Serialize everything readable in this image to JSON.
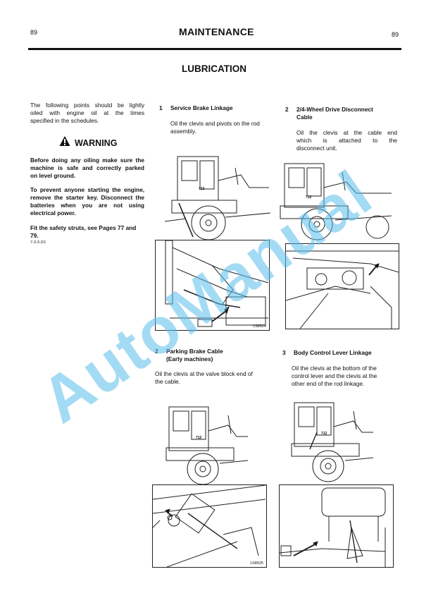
{
  "header": {
    "page_left": "89",
    "title": "MAINTENANCE",
    "page_right": "89"
  },
  "section_title": "LUBRICATION",
  "intro": {
    "line1": "The following points should be lightly",
    "line2": "oiled with engine oil at the times",
    "line3": "specified in the schedules."
  },
  "warning": {
    "title": "WARNING",
    "p1": [
      "Before doing any oiling make sure the",
      "machine is safe and correctly parked",
      "on level ground."
    ],
    "p2": [
      "To prevent anyone starting the engine,",
      "remove the starter key. Disconnect the",
      "batteries when you are not using",
      "electrical power."
    ],
    "p3a": "Fit the safety struts, see Pages 77 and",
    "p3b": "79.",
    "ref": "7-3-3-2/1"
  },
  "items": [
    {
      "num": "1",
      "title": "Service Brake Linkage",
      "body": [
        "Oil the clevis and pivots on the rod",
        "assembly."
      ]
    },
    {
      "num": "2",
      "title_lines": [
        "2/4-Wheel Drive Disconnect",
        "Cable"
      ],
      "body": [
        "Oil the clevis at the cable end",
        "which is attached to the",
        "disconnect unit."
      ]
    },
    {
      "num": "2",
      "title_lines": [
        "Parking Brake Cable",
        "(Early machines)"
      ],
      "body": [
        "Oil the clevis at the valve block end of",
        "the cable."
      ]
    },
    {
      "num": "3",
      "title": "Body Control Lever Linkage",
      "body": [
        "Oil the clevis at the bottom of the",
        "control lever and the clevis at the",
        "other end of the rod linkage."
      ]
    }
  ],
  "figure_labels": {
    "plate": "712",
    "ref1": "1S8524",
    "ref3": "1S8525"
  },
  "watermark": "AutoManual"
}
